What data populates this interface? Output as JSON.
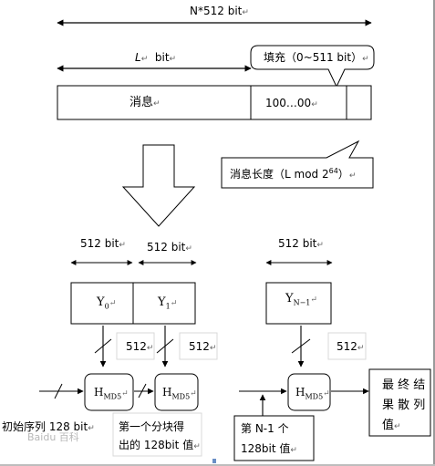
{
  "top": {
    "total_length": "N*512 bit",
    "message_length": "L",
    "message_length_unit": "bit",
    "padding_label": "填充（0~511 bit）",
    "message_label": "消息",
    "padding_bits": "100…00",
    "length_field_label": "消息长度（L mod  2",
    "length_field_exp": "64",
    "length_field_close": "）"
  },
  "blocks": {
    "size_label": "512 bit",
    "y0_base": "Y",
    "y0_sub": "0",
    "y1_base": "Y",
    "y1_sub": "1",
    "yn_base": "Y",
    "yn_sub": "N−1"
  },
  "compress": {
    "input_width": "512",
    "h_base": "H",
    "h_sub": "MD5"
  },
  "notes": {
    "initial_seq": "初始序列 128 bit",
    "first_block_out": [
      "第一个分块得",
      "出的 128bit 值"
    ],
    "nth_block": [
      "第  N-1  个",
      "128bit 值"
    ],
    "final_hash": [
      "最 终 结",
      "果 散 列",
      "值"
    ]
  },
  "watermark": "Baidu 百科"
}
